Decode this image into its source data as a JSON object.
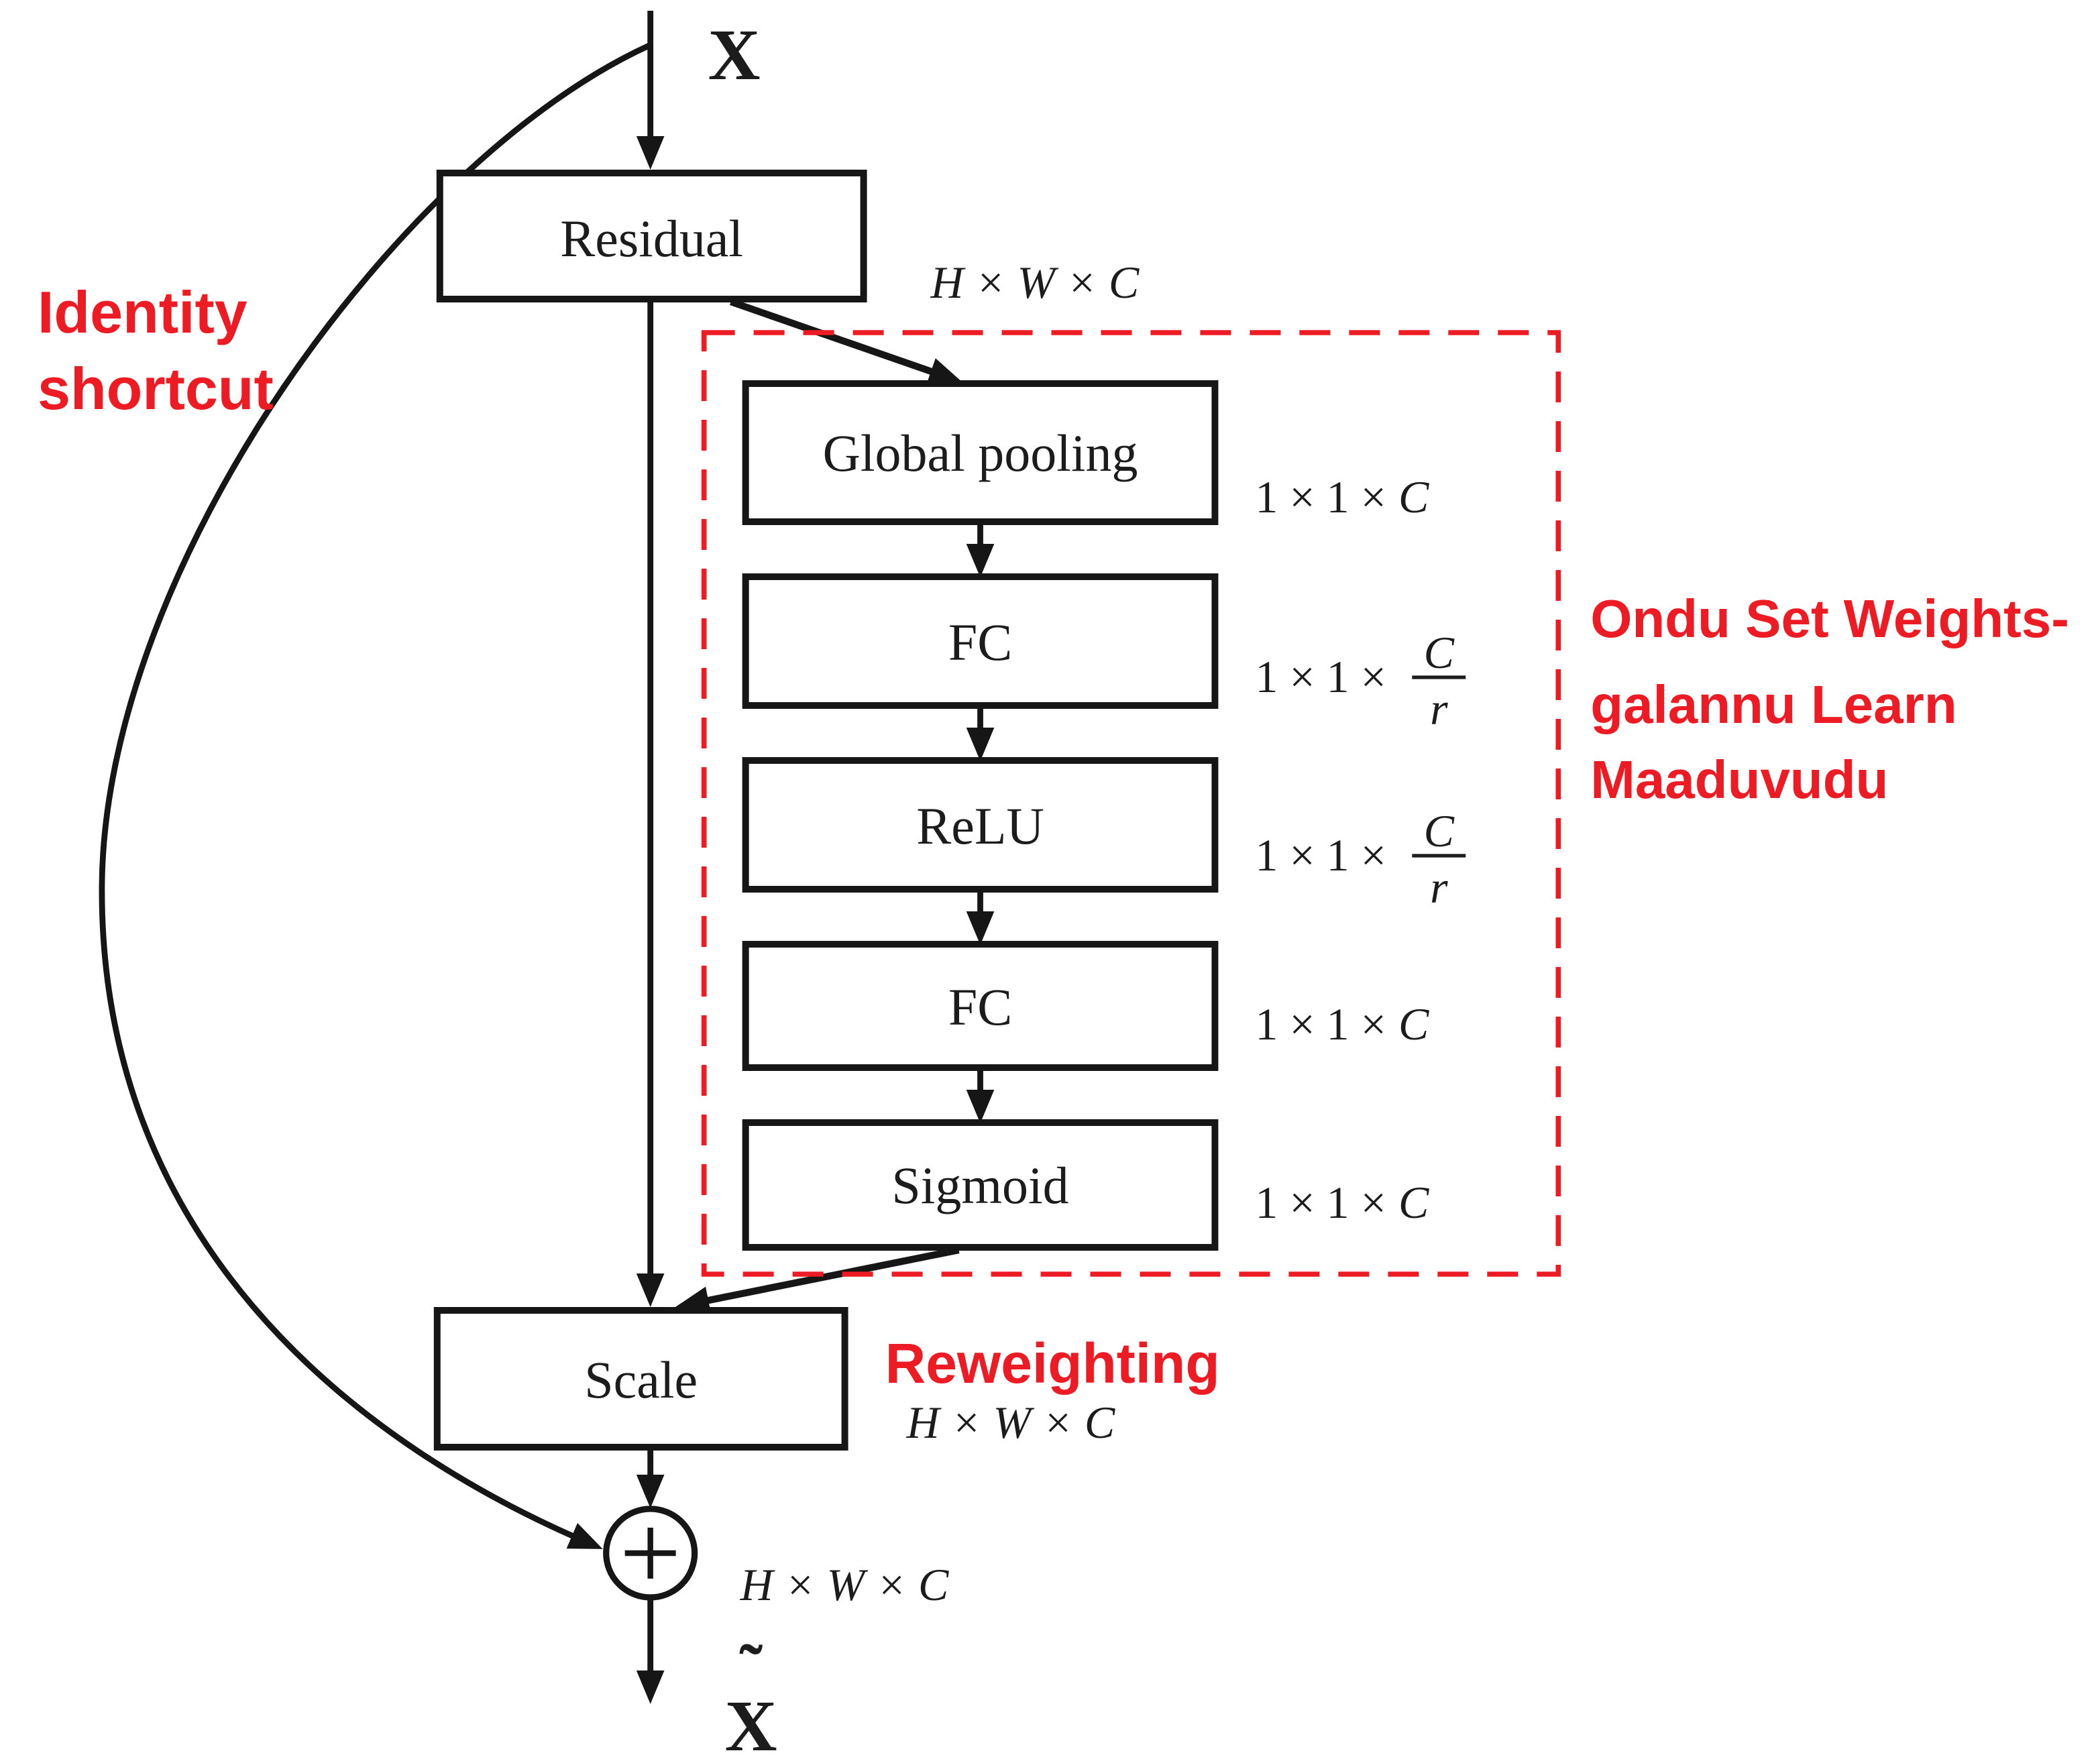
{
  "diagram": {
    "input_label": "X",
    "output_label": "X",
    "output_tilde": "˜",
    "boxes": {
      "residual": "Residual",
      "global_pooling": "Global pooling",
      "fc1": "FC",
      "relu": "ReLU",
      "fc2": "FC",
      "sigmoid": "Sigmoid",
      "scale": "Scale"
    },
    "dims": {
      "residual_out": "H × W × C",
      "gp_prefix": "1 × 1 ×",
      "gp_c": "C",
      "fc1_prefix": "1 × 1 ×",
      "fc1_num": "C",
      "fc1_den": "r",
      "relu_prefix": "1 × 1 ×",
      "relu_num": "C",
      "relu_den": "r",
      "fc2_prefix": "1 × 1 ×",
      "fc2_c": "C",
      "sigmoid_prefix": "1 × 1 ×",
      "sigmoid_c": "C",
      "scale_out": "H × W × C",
      "sum_out": "H × W × C"
    },
    "annotations": {
      "identity_line1": "Identity",
      "identity_line2": "shortcut",
      "reweighting": "Reweighting",
      "se_label_line1": "Ondu Set Weights-",
      "se_label_line2": "galannu Learn",
      "se_label_line3": "Maaduvudu"
    },
    "colors": {
      "annotation_red": "#ED1C24",
      "diagram_black": "#161616"
    }
  }
}
